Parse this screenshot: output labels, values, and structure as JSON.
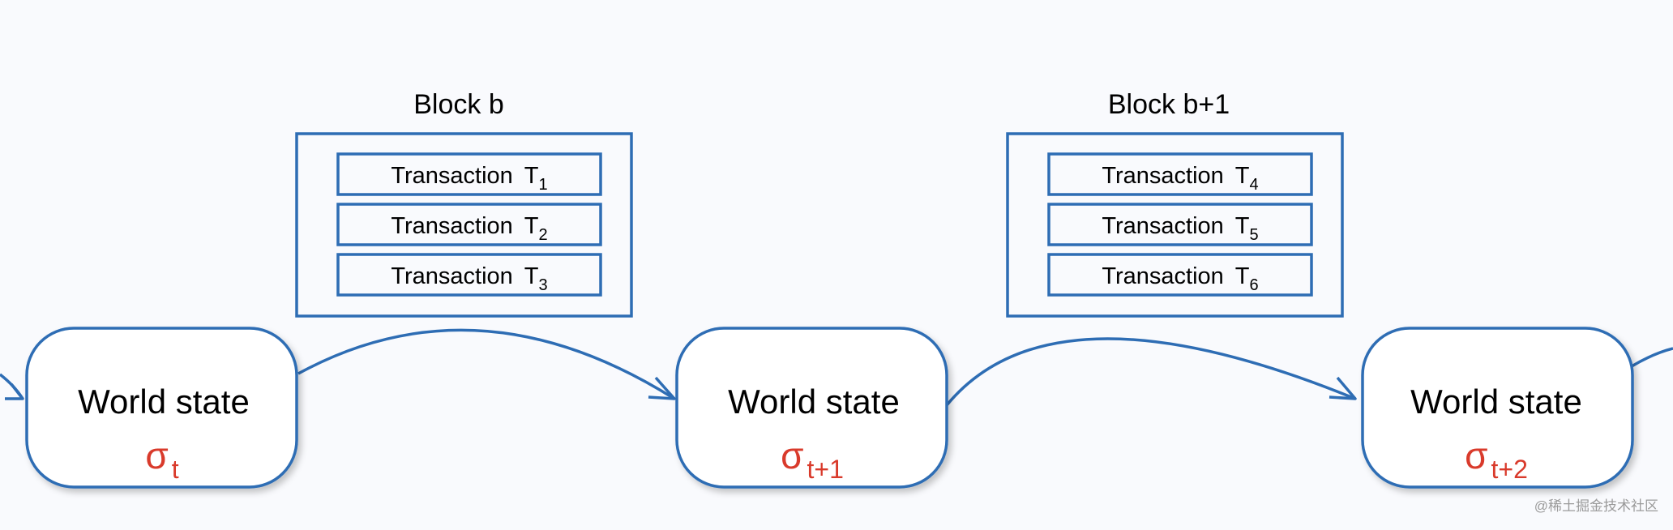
{
  "blocks": [
    {
      "title": "Block b",
      "transactions": [
        {
          "label": "Transaction",
          "symbol": "T",
          "index": "1"
        },
        {
          "label": "Transaction",
          "symbol": "T",
          "index": "2"
        },
        {
          "label": "Transaction",
          "symbol": "T",
          "index": "3"
        }
      ]
    },
    {
      "title": "Block b+1",
      "transactions": [
        {
          "label": "Transaction",
          "symbol": "T",
          "index": "4"
        },
        {
          "label": "Transaction",
          "symbol": "T",
          "index": "5"
        },
        {
          "label": "Transaction",
          "symbol": "T",
          "index": "6"
        }
      ]
    }
  ],
  "states": [
    {
      "label": "World state",
      "symbol": "σ",
      "subscript": "t"
    },
    {
      "label": "World state",
      "symbol": "σ",
      "subscript": "t+1"
    },
    {
      "label": "World state",
      "symbol": "σ",
      "subscript": "t+2"
    }
  ],
  "watermark": "@稀土掘金技术社区",
  "colors": {
    "stroke": "#2e6db4",
    "sigma": "#d93a2b",
    "background": "#f9fafd"
  }
}
